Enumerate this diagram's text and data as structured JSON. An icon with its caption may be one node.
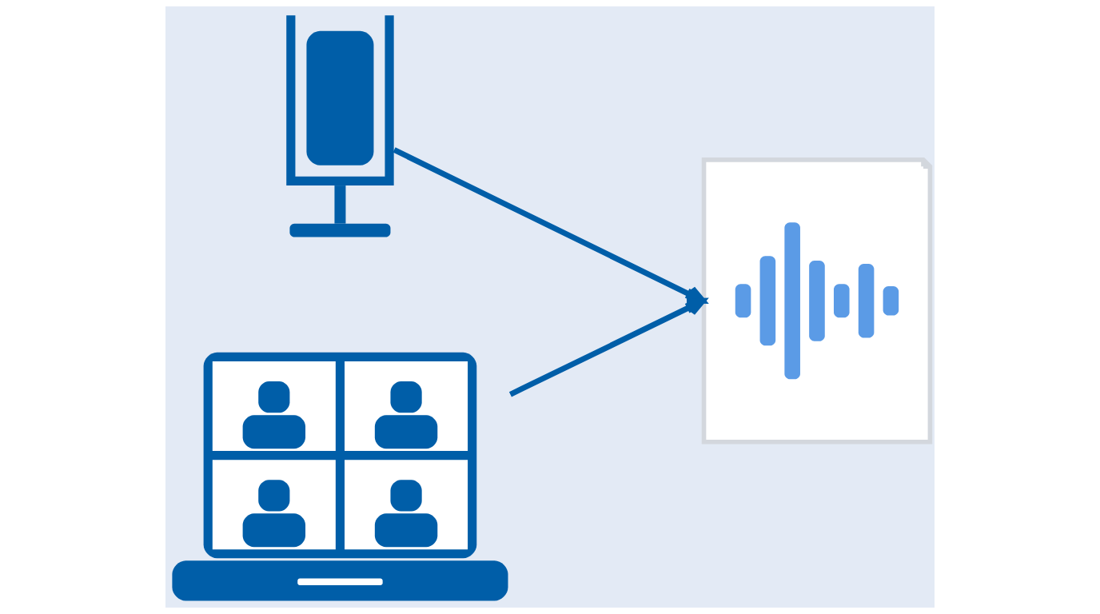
{
  "diagram": {
    "nodes": [
      {
        "text": [],
        "shape": "picture"
      },
      {
        "text": [],
        "shape": "picture"
      },
      {
        "text": [],
        "shape": "picture"
      }
    ],
    "edges": [
      {
        "from": 0,
        "to": 2,
        "arrow": "to"
      },
      {
        "from": 1,
        "to": 2,
        "arrow": "to"
      }
    ]
  }
}
